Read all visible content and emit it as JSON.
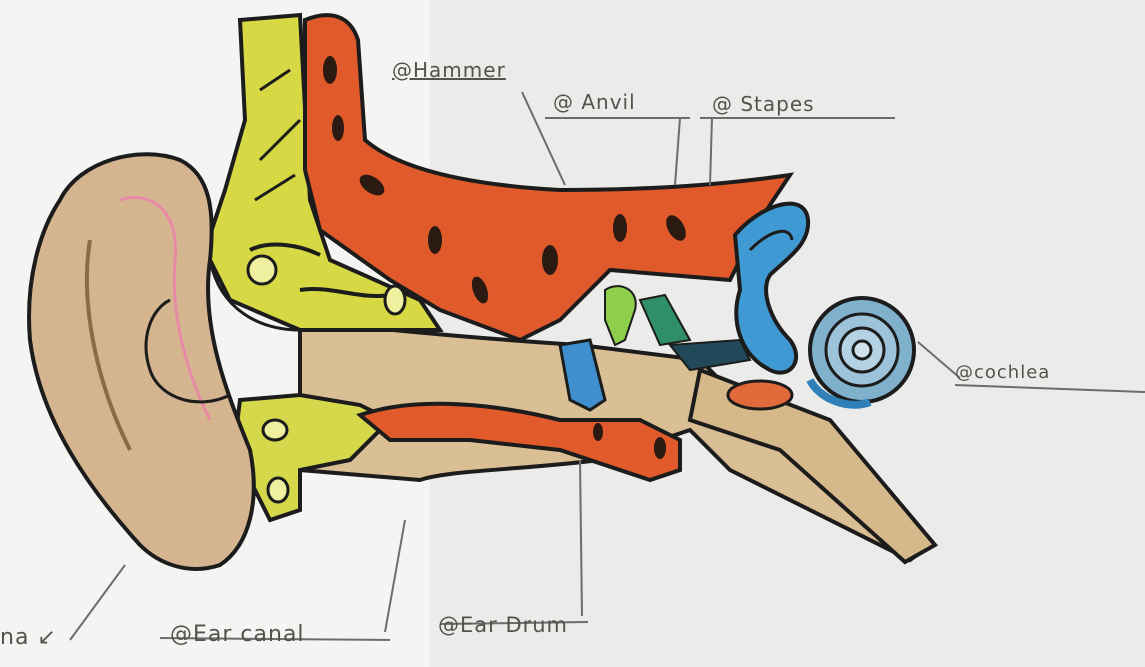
{
  "labels": {
    "hammer": "@Hammer",
    "anvil": "@ Anvil",
    "stapes": "@ Stapes",
    "cochlea": "@cochlea",
    "ear_canal": "@Ear canal",
    "ear_drum": "@Ear Drum",
    "pinna_fragment": "na ↙"
  },
  "colors": {
    "paper": "#ebebe9",
    "bone_red": "#e05a2b",
    "cartilage_yellow": "#d7d944",
    "skin_tan": "#d4b590",
    "cochlea_blue": "#7fb0cc",
    "canal_blue": "#3f9ad3",
    "outline": "#1c1c1c"
  }
}
